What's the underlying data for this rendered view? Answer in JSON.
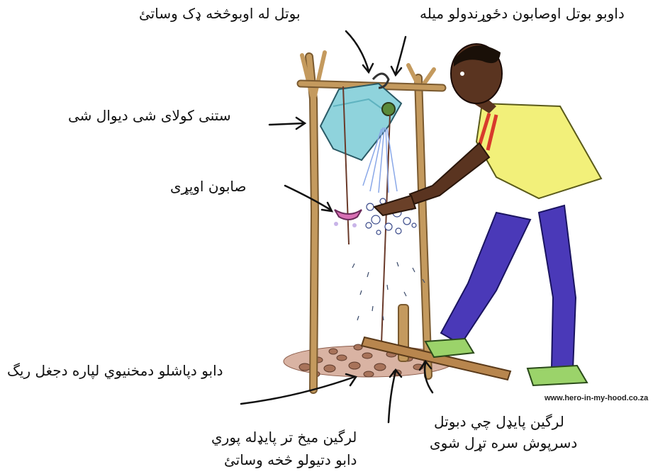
{
  "labels": {
    "bottle_holes": "بوتل له اوبوڅخه ډک وساتئ",
    "bottle_soap": "داوبو بوتل اوصابون دځوړندولو میله",
    "rope_wall": "ستنی کولای شی دیوال شی",
    "soap_cup": "صابون اوپړی",
    "ground_stones": "دابو دپاشلو دمخنیوي لپاره دجغل ریگ",
    "short_stick_line1": "لرگین میخ تر پایډله پوري",
    "short_stick_line2": "دابو دتیولو څخه وساتئ",
    "pedal_line1": "لرگین پایډل چي دبوتل",
    "pedal_line2": "دسرپوش سره تړل شوی"
  },
  "credit": "www.hero-in-my-hood.co.za",
  "colors": {
    "wood": "#c49a5e",
    "wood_dark": "#7a5a30",
    "water_bottle": "#8fd3dc",
    "shirt": "#f2f07a",
    "shirt_stripe": "#d83a2c",
    "pants": "#4a39b8",
    "skin": "#5a3420",
    "shoes": "#9bd36a",
    "soap_cup": "#d86fb4",
    "stones": "#a8735a",
    "soil": "#c49a8a"
  }
}
